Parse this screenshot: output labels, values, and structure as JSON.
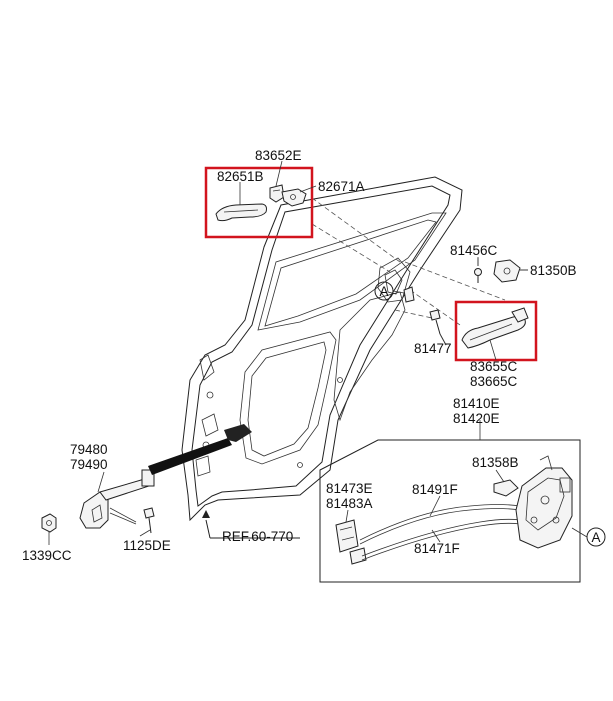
{
  "labels": {
    "p83652E": "83652E",
    "p82651B": "82651B",
    "p82671A": "82671A",
    "p81456C": "81456C",
    "p81350B": "81350B",
    "p81477": "81477",
    "p83655C": "83655C",
    "p83665C": "83665C",
    "p81410E": "81410E",
    "p81420E": "81420E",
    "p81358B": "81358B",
    "p81473E": "81473E",
    "p81483A": "81483A",
    "p81491F": "81491F",
    "p81471F": "81471F",
    "p79480": "79480",
    "p79490": "79490",
    "p1339CC": "1339CC",
    "p1125DE": "1125DE",
    "ref": "REF.60-770",
    "markerA1": "A",
    "markerA2": "A"
  },
  "colors": {
    "highlight": "#d2141e",
    "line": "#222222",
    "background": "#ffffff"
  }
}
